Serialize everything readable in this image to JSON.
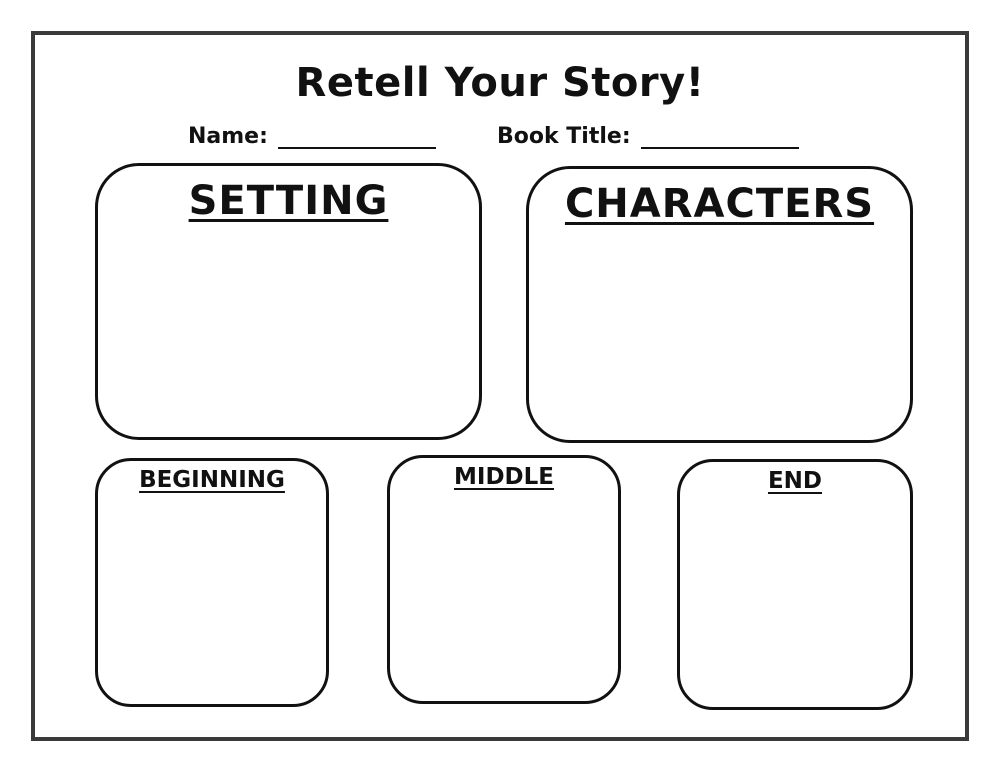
{
  "worksheet": {
    "title": "Retell Your Story!",
    "fields": {
      "name_label": "Name:",
      "book_title_label": "Book Title:"
    },
    "sections": {
      "setting": "SETTING",
      "characters": "CHARACTERS",
      "beginning": "BEGINNING",
      "middle": "MIDDLE",
      "end": "END"
    }
  },
  "colors": {
    "border": "#3a3a3a",
    "ink": "#111111",
    "paper": "#ffffff"
  }
}
